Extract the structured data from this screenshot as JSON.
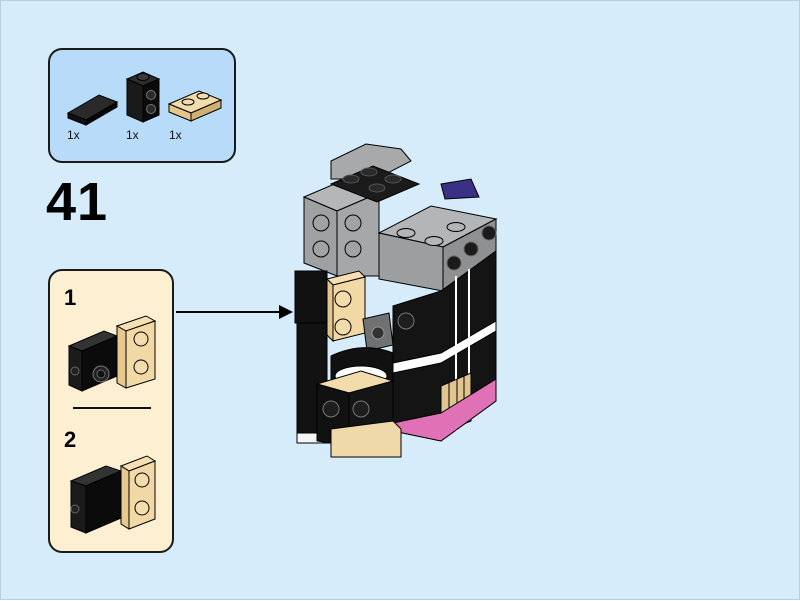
{
  "step": {
    "number": "41",
    "parts": [
      {
        "icon": "black-tile-1x2-icon",
        "qty": "1x"
      },
      {
        "icon": "black-brick-1x1-side-studs-icon",
        "qty": "1x"
      },
      {
        "icon": "tan-plate-1x2-icon",
        "qty": "1x"
      }
    ],
    "substeps": [
      {
        "number": "1"
      },
      {
        "number": "2"
      }
    ]
  },
  "colors": {
    "page_bg": "#d6ecfa",
    "parts_callout_bg": "#b7dbf8",
    "substeps_bg": "#fcefd2",
    "brick_black": "#161616",
    "brick_gray": "#a2a4a6",
    "brick_tan": "#f0d9a8",
    "accent_pink": "#e071b6",
    "accent_purple": "#3b2f86"
  }
}
